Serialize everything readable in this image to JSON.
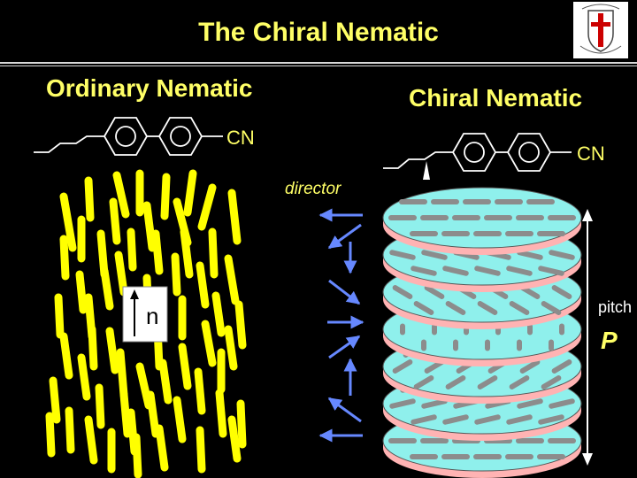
{
  "title": "The Chiral Nematic",
  "left_heading": "Ordinary Nematic",
  "right_heading": "Chiral Nematic",
  "left_molecule_group": "CN",
  "right_molecule_group": "CN",
  "director_label": "director",
  "n_label": "n",
  "pitch_label": "pitch",
  "pitch_symbol": "P",
  "colors": {
    "heading": "#ffff66",
    "rod": "#ffff00",
    "director": "#6688ff",
    "disk": "#8ff0ec",
    "disk_rod": "#8c8c8c"
  },
  "icons": [
    "logo-crest-icon",
    "director-arrow-icon",
    "pitch-arrow-icon"
  ]
}
